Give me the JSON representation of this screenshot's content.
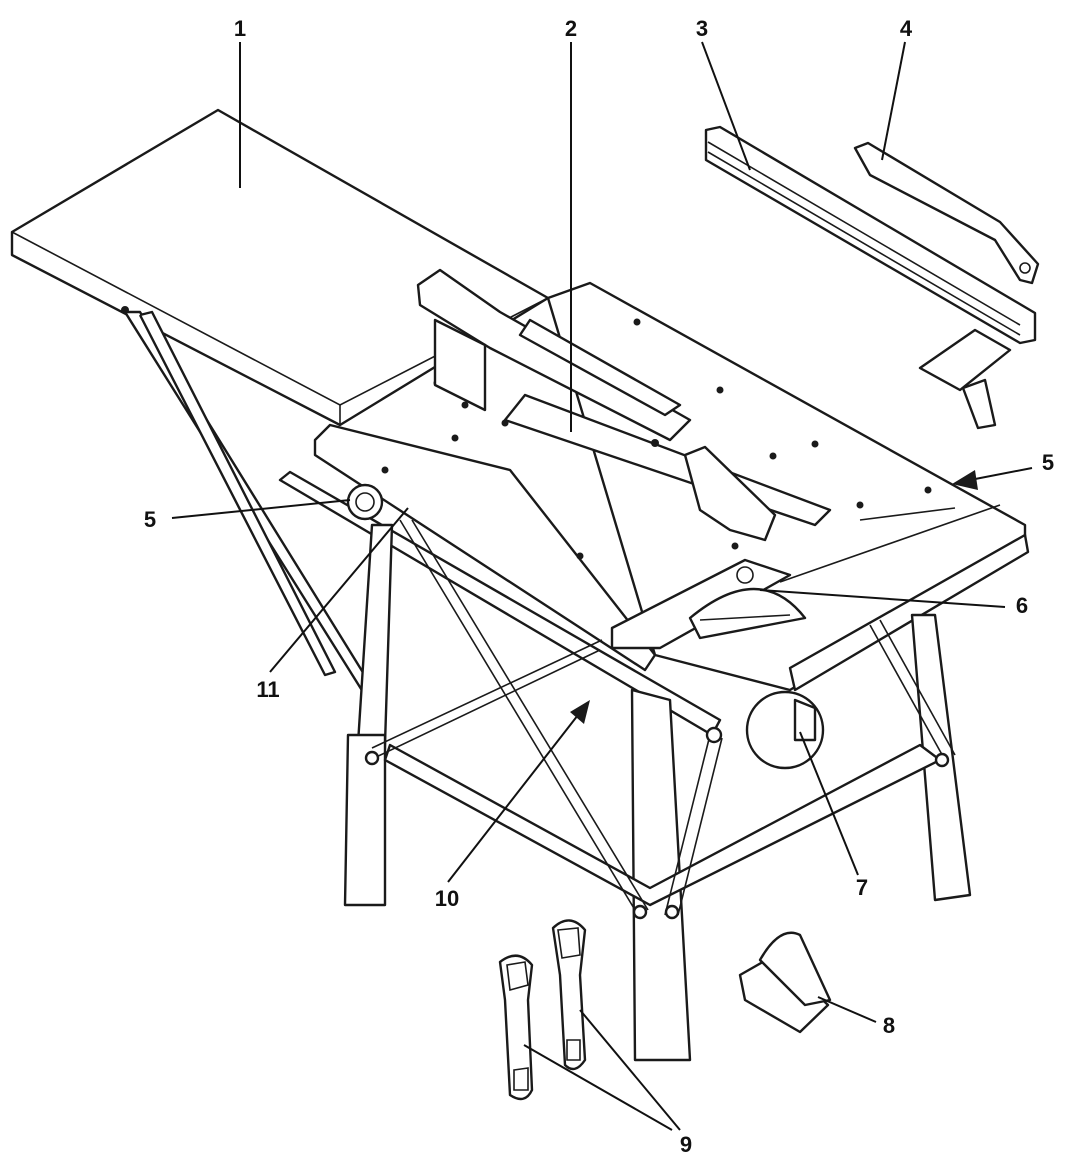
{
  "callouts": [
    {
      "id": "1",
      "label": "1"
    },
    {
      "id": "2",
      "label": "2"
    },
    {
      "id": "3",
      "label": "3"
    },
    {
      "id": "4",
      "label": "4"
    },
    {
      "id": "5a",
      "label": "5"
    },
    {
      "id": "5b",
      "label": "5"
    },
    {
      "id": "6",
      "label": "6"
    },
    {
      "id": "7",
      "label": "7"
    },
    {
      "id": "8",
      "label": "8"
    },
    {
      "id": "9",
      "label": "9"
    },
    {
      "id": "10",
      "label": "10"
    },
    {
      "id": "11",
      "label": "11"
    }
  ],
  "colors": {
    "line": "#1a1a1a",
    "fill": "#ffffff"
  }
}
